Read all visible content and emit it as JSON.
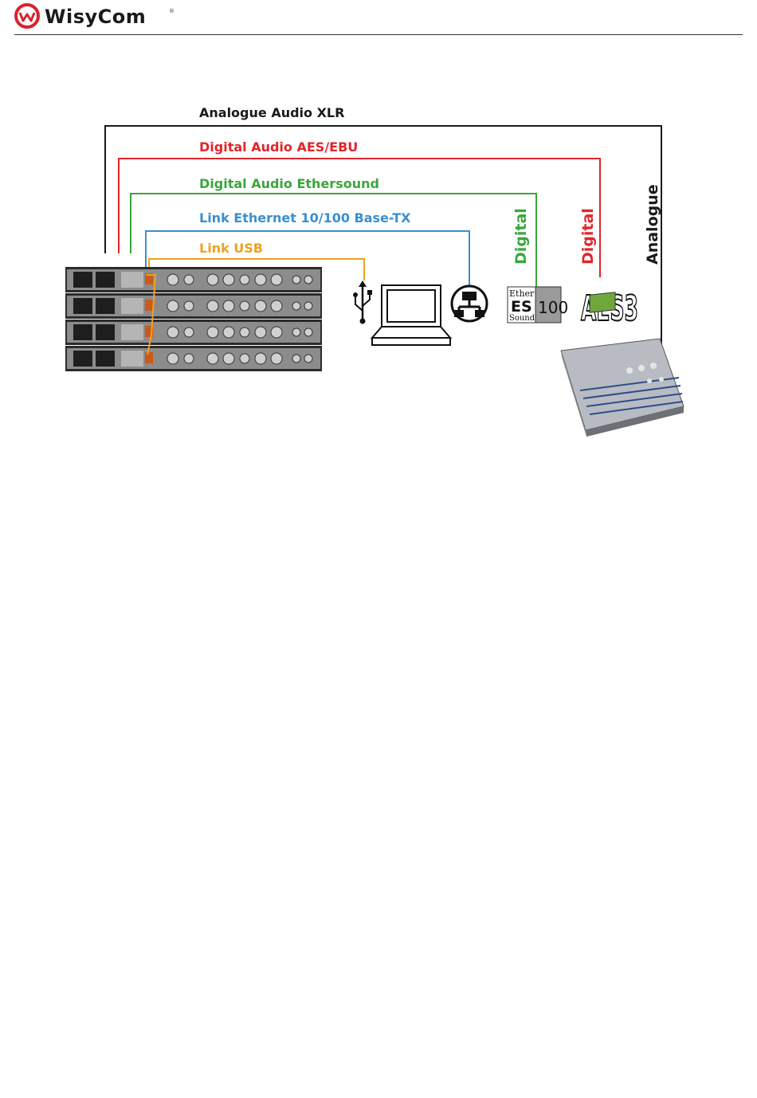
{
  "header": {
    "brand": "WisyCom",
    "registered_mark": "®"
  },
  "diagram": {
    "connections": [
      {
        "label": "Analogue Audio XLR",
        "color": "#1a1a1a"
      },
      {
        "label": "Digital Audio AES/EBU",
        "color": "#e0262c"
      },
      {
        "label": "Digital Audio Ethersound",
        "color": "#3aa63c"
      },
      {
        "label": "Link Ethernet 10/100 Base-TX",
        "color": "#3a8fd0"
      },
      {
        "label": "Link USB",
        "color": "#f0a021"
      }
    ],
    "vertical_labels": {
      "ethersound": "Digital",
      "aes": "Digital",
      "analogue": "Analogue"
    },
    "ethersound_logo": {
      "line1": "Ether",
      "line2": "ES",
      "line3": "Sound",
      "number": "100"
    },
    "aes_logo": "AES3"
  }
}
